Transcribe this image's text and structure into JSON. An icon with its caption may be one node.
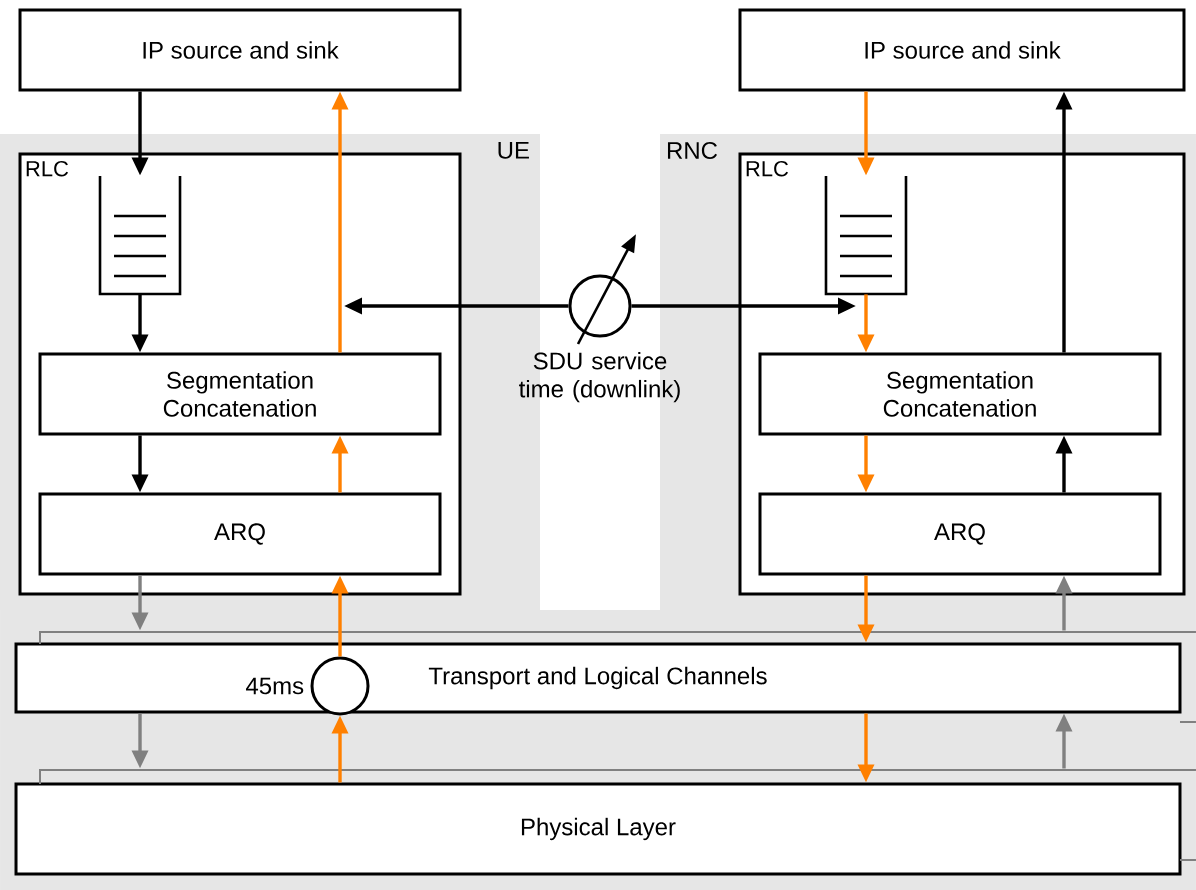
{
  "diagram": {
    "nodes": [
      {
        "text": [
          "IP source and sink"
        ]
      },
      {
        "text": [
          "IP source and sink"
        ]
      },
      {
        "text": [
          "UE"
        ]
      },
      {
        "text": [
          "RLC"
        ],
        "in": 2
      },
      {
        "text": [],
        "shape": "queue",
        "in": 3
      },
      {
        "text": [
          "Segmentation Concatenation"
        ],
        "in": 3
      },
      {
        "text": [
          "ARQ"
        ],
        "in": 3
      },
      {
        "text": [
          "RNC"
        ]
      },
      {
        "text": [
          "RLC"
        ],
        "in": 7
      },
      {
        "text": [],
        "shape": "queue",
        "in": 8
      },
      {
        "text": [
          "Segmentation Concatenation"
        ],
        "in": 8
      },
      {
        "text": [
          "ARQ"
        ],
        "in": 8
      },
      {
        "text": [
          "Transport and Logical Channels"
        ]
      },
      {
        "text": [],
        "shape": "circle",
        "beside": [
          "45ms"
        ],
        "in": 12
      },
      {
        "text": [
          "Physical Layer"
        ]
      },
      {
        "text": [],
        "shape": "circle",
        "beside": [
          "SDU service time (downlink)"
        ]
      }
    ],
    "edges": [
      {
        "from": 0,
        "to": 4,
        "arrow": "to",
        "color": "#000000"
      },
      {
        "from": 4,
        "to": 5,
        "arrow": "to",
        "color": "#000000"
      },
      {
        "from": 5,
        "to": 6,
        "arrow": "to",
        "color": "#000000"
      },
      {
        "from": 6,
        "to": 12,
        "arrow": "to",
        "color": "#808080"
      },
      {
        "from": 12,
        "to": 14,
        "arrow": "to",
        "color": "#808080"
      },
      {
        "from": 14,
        "to": 13,
        "arrow": "to",
        "color": "#ff8000"
      },
      {
        "from": 13,
        "to": 6,
        "arrow": "to",
        "color": "#ff8000"
      },
      {
        "from": 6,
        "to": 5,
        "arrow": "to",
        "color": "#ff8000"
      },
      {
        "from": 5,
        "to": 0,
        "arrow": "to",
        "color": "#ff8000"
      },
      {
        "from": 1,
        "to": 9,
        "arrow": "to",
        "color": "#ff8000"
      },
      {
        "from": 9,
        "to": 10,
        "arrow": "to",
        "color": "#ff8000"
      },
      {
        "from": 10,
        "to": 11,
        "arrow": "to",
        "color": "#ff8000"
      },
      {
        "from": 11,
        "to": 12,
        "arrow": "to",
        "color": "#ff8000"
      },
      {
        "from": 12,
        "to": 14,
        "arrow": "to",
        "color": "#ff8000"
      },
      {
        "from": 11,
        "to": 10,
        "arrow": "to",
        "color": "#000000"
      },
      {
        "from": 10,
        "to": 1,
        "arrow": "to",
        "color": "#000000"
      },
      {
        "from": 12,
        "to": 11,
        "arrow": "to",
        "color": "#808080"
      },
      {
        "from": 14,
        "to": 12,
        "arrow": "to",
        "color": "#808080"
      },
      {
        "from": 15,
        "to": null,
        "arrow": "to",
        "color": "#000000"
      },
      {
        "from": 15,
        "to": 9,
        "arrow": "to",
        "color": "#000000"
      }
    ]
  }
}
